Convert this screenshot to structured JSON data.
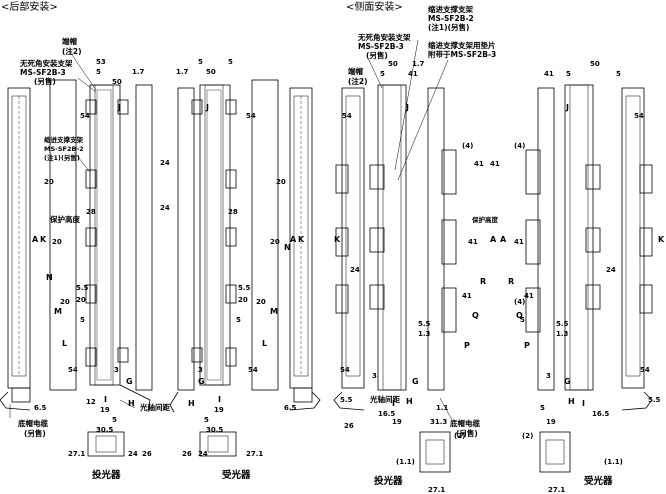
{
  "sections": {
    "rear": "<后部安装>",
    "side": "<侧面安装>"
  },
  "rear_labels": {
    "cap": "端帽",
    "cap_note": "(注2)",
    "deadzone": "无死角安装支架",
    "deadzone_model": "MS-SF2B-3",
    "deadzone_opt": "(另售)",
    "mid_bracket": "缩进支撑支架",
    "mid_model": "MS-SF2B-2",
    "mid_note": "(注1)(另售)",
    "protect": "保护高度",
    "pitch": "光轴间距",
    "cable": "底帽电缆",
    "cable_opt": "(另售)",
    "emitter": "投光器",
    "receiver": "受光器"
  },
  "side_labels": {
    "cap": "端帽",
    "cap_note": "(注2)",
    "deadzone": "无死角安装支架",
    "deadzone_model": "MS-SF2B-3",
    "deadzone_opt": "(另售)",
    "mid_bracket": "缩进支撑支架",
    "mid_model": "MS-SF2B-2",
    "mid_note": "(注1)(另售)",
    "spacer": "缩进支撑支架用垫片",
    "spacer_model": "附带于MS-SF2B-3",
    "protect": "保护高度",
    "pitch": "光轴间距",
    "cable": "底帽电缆",
    "cable_opt": "(另售)",
    "emitter": "投光器",
    "receiver": "受光器"
  },
  "dims_rear": [
    "53",
    "5",
    "1.7",
    "50",
    "1.7",
    "5",
    "50",
    "5",
    "54",
    "54",
    "24",
    "24",
    "20",
    "20",
    "20",
    "20",
    "28",
    "28",
    "20",
    "20",
    "5.5",
    "5.5",
    "20",
    "20",
    "5",
    "5",
    "54",
    "54",
    "3",
    "3",
    "6.5",
    "19",
    "19",
    "6.5",
    "12",
    "5",
    "5",
    "30.5",
    "30.5",
    "27.1",
    "24",
    "26",
    "26",
    "24",
    "27.1"
  ],
  "dims_side": [
    "50",
    "5",
    "41",
    "1.7",
    "50",
    "5",
    "41",
    "5",
    "54",
    "54",
    "(4)",
    "(4)",
    "41",
    "41",
    "24",
    "24",
    "41",
    "41",
    "5.5",
    "1.3",
    "5.5",
    "1.3",
    "41",
    "41",
    "(4)",
    "5",
    "54",
    "54",
    "3",
    "3",
    "5.5",
    "16.5",
    "1.1",
    "31.3",
    "5",
    "16.5",
    "5.5",
    "26",
    "19",
    "19",
    "(2)",
    "(2)",
    "(1.1)",
    "(1.1)",
    "27.1",
    "27.1"
  ],
  "letters_rear": [
    "J",
    "J",
    "K",
    "A",
    "A",
    "K",
    "N",
    "N",
    "M",
    "M",
    "L",
    "L",
    "G",
    "G",
    "H",
    "H",
    "I",
    "I"
  ],
  "letters_side": [
    "J",
    "J",
    "K",
    "A",
    "A",
    "K",
    "R",
    "R",
    "Q",
    "Q",
    "P",
    "P",
    "G",
    "G",
    "H",
    "H",
    "I",
    "I"
  ]
}
